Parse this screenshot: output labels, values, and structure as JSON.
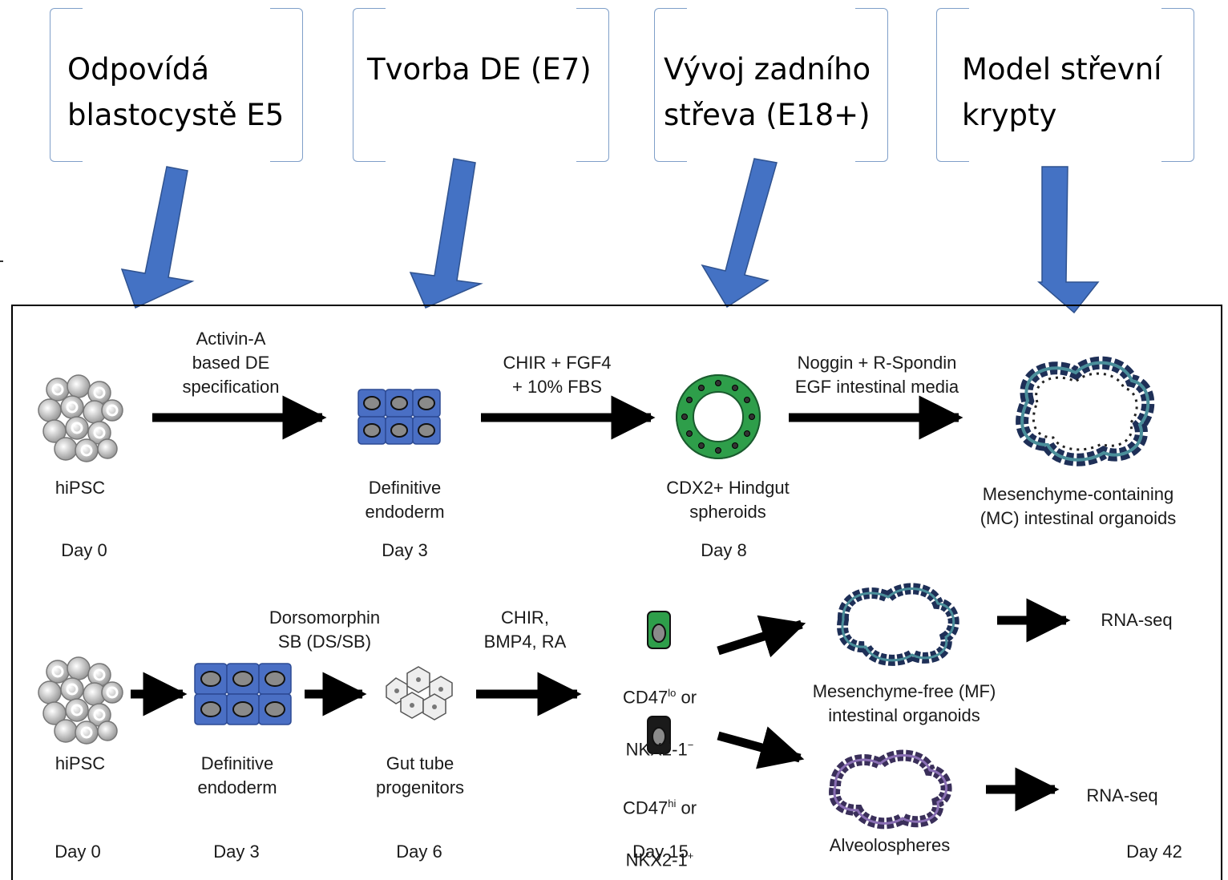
{
  "callouts": [
    {
      "text": "Odpovídá\nblastocystě E5"
    },
    {
      "text": "Tvorba DE (E7)"
    },
    {
      "text": "Vývoj zadního\nstřeva (E18+)"
    },
    {
      "text": "Model střevní\nkrypty"
    }
  ],
  "top_row": {
    "step1": "Activin-A\nbased DE\nspecification",
    "step2": "CHIR + FGF4\n+ 10% FBS",
    "step3": "Noggin + R-Spondin\nEGF intestinal media",
    "stage1": "hiPSC",
    "stage2": "Definitive\nendoderm",
    "stage3": "CDX2+ Hindgut\nspheroids",
    "stage4": "Mesenchyme-containing\n(MC) intestinal organoids",
    "day1": "Day 0",
    "day2": "Day 3",
    "day3": "Day 8"
  },
  "bottom_row": {
    "step1": "Dorsomorphin\nSB (DS/SB)",
    "step2": "CHIR,\nBMP4, RA",
    "stage1": "hiPSC",
    "stage2": "Definitive\nendoderm",
    "stage3": "Gut tube\nprogenitors",
    "cd47lo_a": "CD47",
    "cd47lo_sup": "lo",
    "cd47lo_b": " or",
    "cd47lo_c": "NKX2-1",
    "cd47lo_sup2": "−",
    "cd47hi_a": "CD47",
    "cd47hi_sup": "hi",
    "cd47hi_b": " or",
    "cd47hi_c": "NKX2-1",
    "cd47hi_sup2": "+",
    "mf_organoids": "Mesenchyme-free (MF)\nintestinal organoids",
    "alveolospheres": "Alveolospheres",
    "rnaseq1": "RNA-seq",
    "rnaseq2": "RNA-seq",
    "day1": "Day 0",
    "day2": "Day 3",
    "day3": "Day 6",
    "day4": "Day 15",
    "day5": "Day 42"
  },
  "colors": {
    "callout_bracket": "#7f9fc9",
    "callout_arrow": "#4472c4",
    "callout_arrow_edge": "#2f528f",
    "endoderm_cell": "#4a6fc4",
    "hindgut_green": "#2e9e4a",
    "organoid_navy": "#1e2f57",
    "alveolosphere_purple": "#6a4f8e"
  }
}
